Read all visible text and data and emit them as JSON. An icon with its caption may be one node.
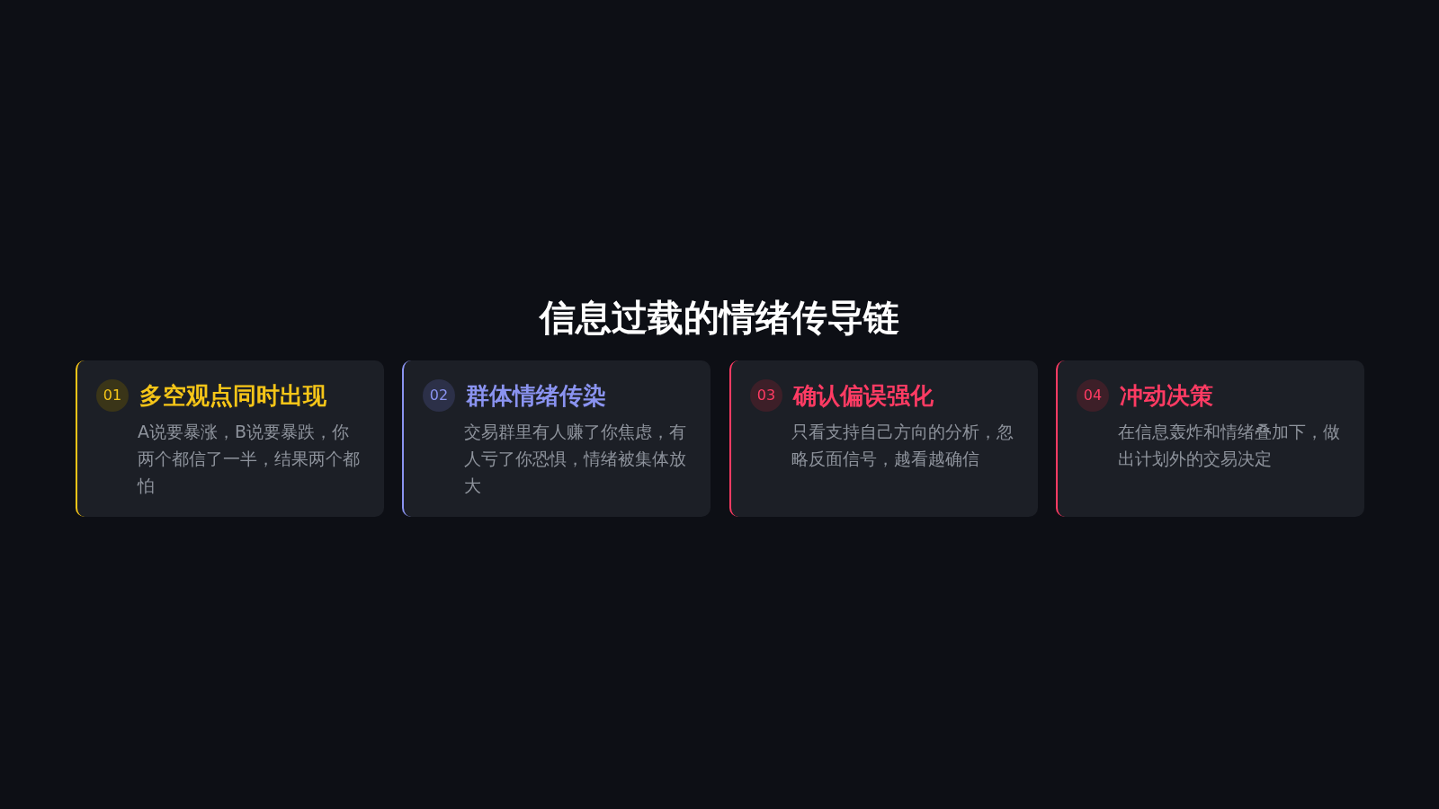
{
  "diagram": {
    "title": "信息过载的情绪传导链",
    "nodes": [
      {
        "text": [
          "01",
          "多空观点同时出现",
          "A说要暴涨，B说要暴跌，你两个都信了一半，结果两个都怕"
        ]
      },
      {
        "text": [
          "02",
          "群体情绪传染",
          "交易群里有人赚了你焦虑，有人亏了你恐惧，情绪被集体放大"
        ]
      },
      {
        "text": [
          "03",
          "确认偏误强化",
          "只看支持自己方向的分析，忽略反面信号，越看越确信"
        ]
      },
      {
        "text": [
          "04",
          "冲动决策",
          "在信息轰炸和情绪叠加下，做出计划外的交易决定"
        ]
      }
    ],
    "edges": []
  }
}
